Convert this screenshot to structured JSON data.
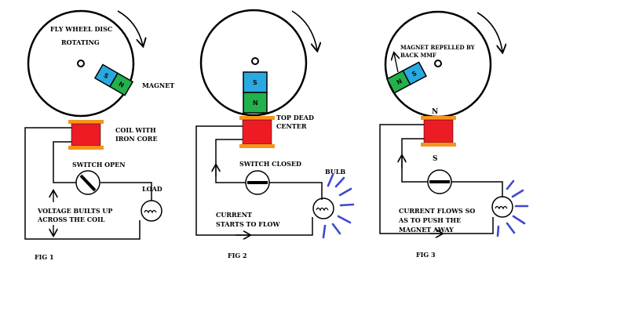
{
  "colors": {
    "magnet_blue": "#29a9e0",
    "magnet_green": "#22b14c",
    "coil_red": "#ed1c24",
    "coil_orange": "#f7941d",
    "light_rays": "#3f48cc",
    "line": "#000000"
  },
  "fig1": {
    "caption": "FIG 1",
    "disc_label_1": "FLY WHEEL DISC",
    "disc_label_2": "ROTATING",
    "magnet_label": "MAGNET",
    "magnet_pole_1": "S",
    "magnet_pole_2": "N",
    "coil_label_1": "COIL WITH",
    "coil_label_2": "IRON CORE",
    "switch_label": "SWITCH OPEN",
    "load_label": "LOAD",
    "voltage_label_1": "VOLTAGE BUILTS UP",
    "voltage_label_2": "ACROSS THE COIL"
  },
  "fig2": {
    "caption": "FIG 2",
    "magnet_pole_1": "S",
    "magnet_pole_2": "N",
    "tdc_label_1": "TOP DEAD",
    "tdc_label_2": "CENTER",
    "switch_label": "SWITCH CLOSED",
    "bulb_label": "BULB",
    "current_label_1": "CURRENT",
    "current_label_2": "STARTS TO FLOW"
  },
  "fig3": {
    "caption": "FIG 3",
    "magnet_label_1": "MAGNET REPELLED BY",
    "magnet_label_2": "BACK MMF",
    "magnet_pole_1": "S",
    "magnet_pole_2": "N",
    "coil_pole_top": "N",
    "coil_pole_bottom": "S",
    "current_label_1": "CURRENT FLOWS SO",
    "current_label_2": "AS TO PUSH THE",
    "current_label_3": "MAGNET AWAY"
  }
}
